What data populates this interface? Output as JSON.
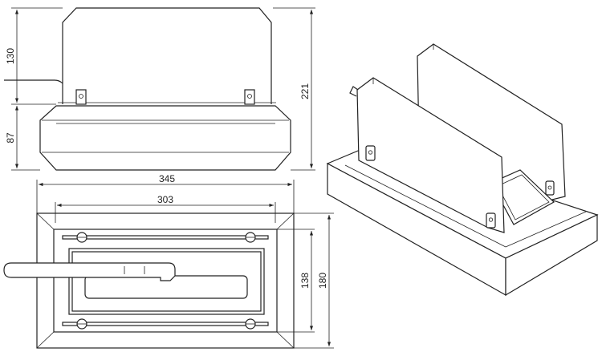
{
  "dimensions": {
    "panel_height": "130",
    "base_height": "87",
    "total_height": "221",
    "outer_width": "345",
    "inner_width": "303",
    "inner_depth": "138",
    "outer_depth": "180"
  }
}
